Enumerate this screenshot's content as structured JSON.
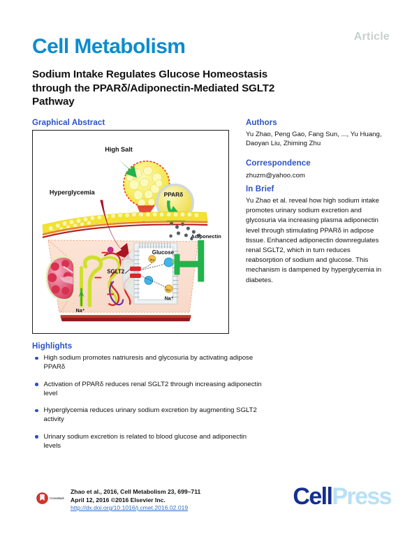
{
  "header": {
    "article_tag": "Article",
    "journal": "Cell Metabolism",
    "journal_color": "#0d8ccd",
    "article_tag_color": "#c8cfce",
    "title": "Sodium Intake Regulates Glucose Homeostasis through the PPARδ/Adiponectin-Mediated SGLT2 Pathway"
  },
  "sections": {
    "graphical_abstract": "Graphical Abstract",
    "authors": "Authors",
    "correspondence": "Correspondence",
    "in_brief": "In Brief",
    "highlights": "Highlights",
    "heading_color": "#2b52c4"
  },
  "authors": {
    "list": "Yu Zhao, Peng Gao, Fang Sun, ..., Yu Huang, Daoyan Liu, Zhiming Zhu"
  },
  "correspondence": {
    "email": "zhuzm@yahoo.com"
  },
  "in_brief": {
    "body": "Yu Zhao et al. reveal how high sodium intake promotes urinary sodium excretion and glycosuria via increasing plasma adiponectin level through stimulating PPARδ in adipose tissue. Enhanced adiponectin downregulates renal SGLT2, which in turn reduces reabsorption of sodium and glucose. This mechanism is dampened by hyperglycemia in diabetes."
  },
  "highlights": {
    "bullet_color": "#2b52c4",
    "items": [
      "High sodium promotes natriuresis and glycosuria by activating adipose PPARδ",
      "Activation of PPARδ reduces renal SGLT2 through increasing adiponectin level",
      "Hyperglycemia reduces urinary sodium excretion by augmenting SGLT2 activity",
      "Urinary sodium excretion is related to blood glucose and adiponectin levels"
    ]
  },
  "graphical_abstract_figure": {
    "labels": {
      "high_salt": "High Salt",
      "hyperglycemia": "Hyperglycemia",
      "ppard": "PPARδ",
      "adiponectin": "Adiponectin",
      "glucose": "Glucose",
      "sglt2": "SGLT2",
      "sodium_tubule": "Na⁺",
      "sodium_kidney": "Na⁺"
    },
    "colors": {
      "salt_arrow": "#22b34a",
      "adipocyte_fill": "#f5ea3a",
      "adipocyte_ring": "#e8352c",
      "hyperglycemia_arrow": "#a81622",
      "inhibition_arrow": "#22b34a",
      "tissue_fill": "#fbe2d3",
      "brush_border": "#c6cfd4",
      "sglt2_block": "#d8262c",
      "glucose_dot": "#42b6e8",
      "sodium_dot": "#f0b323",
      "kidney_fill": "#d63b5e",
      "adiponectin_dot": "#555f66",
      "vessel_red": "#9e1b22"
    }
  },
  "footer": {
    "crossmark_label": "CrossMark",
    "citation_line1": "Zhao et al., 2016, Cell Metabolism 23, 699–711",
    "citation_line2": "April 12, 2016 ©2016 Elsevier Inc.",
    "doi": "http://dx.doi.org/10.1016/j.cmet.2016.02.019",
    "doi_color": "#2b6fd0",
    "publisher_cell": "Cell",
    "publisher_press": "Press",
    "publisher_cell_color": "#152f8f",
    "publisher_press_color": "#b9e0f5"
  }
}
